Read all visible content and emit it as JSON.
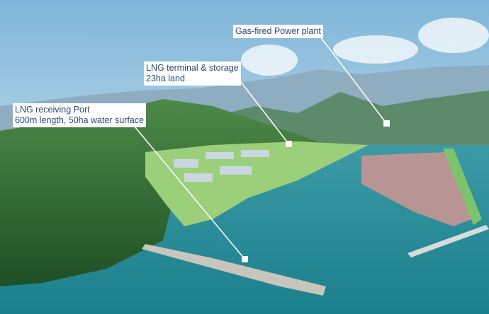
{
  "annotations": {
    "power_plant": {
      "line1": "Gas-fired Power plant"
    },
    "terminal": {
      "line1": "LNG terminal & storage",
      "line2": "23ha land"
    },
    "port": {
      "line1": "LNG receiving Port",
      "line2": "600m length, 50ha water surface"
    }
  },
  "colors": {
    "label_text": "#2b4a86",
    "sea": "#1f8a96",
    "hill": "#2f6e35"
  }
}
